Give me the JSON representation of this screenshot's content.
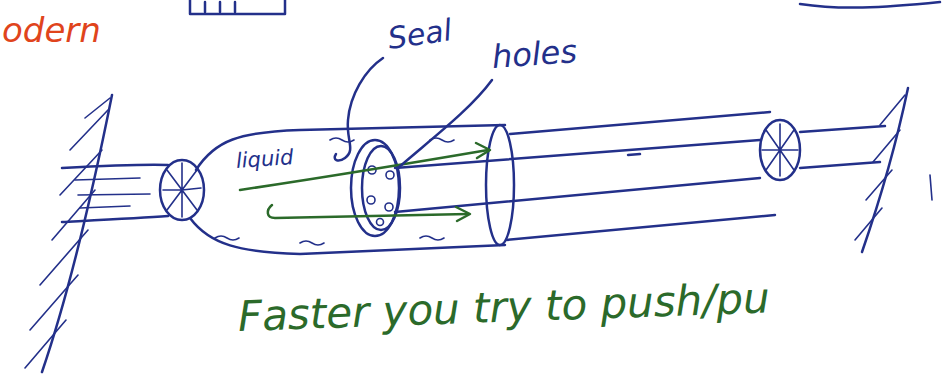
{
  "diagram": {
    "labels": [
      "odern",
      "Seal",
      "holes",
      "liquid",
      "Faster you try to push/pu"
    ]
  }
}
